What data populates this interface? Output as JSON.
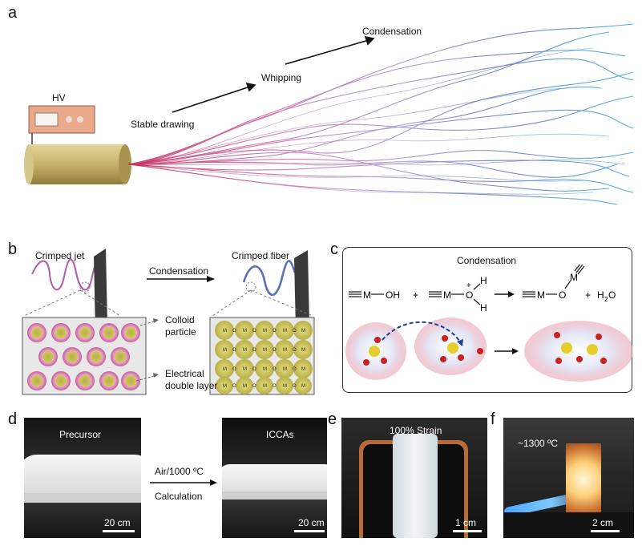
{
  "panels": {
    "a": {
      "letter": "a",
      "hv": "HV",
      "stable": "Stable drawing",
      "whipping": "Whipping",
      "condensation": "Condensation"
    },
    "b": {
      "letter": "b",
      "crimped_jet": "Crimped jet",
      "condensation": "Condensation",
      "crimped_fiber": "Crimped fiber",
      "colloid_line1": "Colloid",
      "colloid_line2": "particle",
      "edl_line1": "Electrical",
      "edl_line2": "double layer",
      "atom_m": "M",
      "atom_o": "O"
    },
    "c": {
      "letter": "c",
      "title": "Condensation",
      "eq_m1": "M",
      "eq_oh": "OH",
      "eq_plus": "+",
      "eq_m2": "M",
      "eq_o": "O",
      "eq_h_top": "H",
      "eq_h_bot": "H",
      "eq_charge": "+",
      "eq_m3": "M",
      "eq_m4": "M",
      "eq_o2": "O",
      "eq_plus2": "+",
      "eq_h2o_h": "H",
      "eq_h2o_2": "2",
      "eq_h2o_o": "O"
    },
    "d": {
      "letter": "d",
      "precursor": "Precursor",
      "iccas": "ICCAs",
      "arrow_top": "Air/1000 ºC",
      "arrow_bottom": "Calculation",
      "scale1": "20 cm",
      "scale2": "20 cm"
    },
    "e": {
      "letter": "e",
      "strain": "100% Strain",
      "scale": "1 cm"
    },
    "f": {
      "letter": "f",
      "temp": "~1300 ºC",
      "scale": "2 cm"
    }
  }
}
